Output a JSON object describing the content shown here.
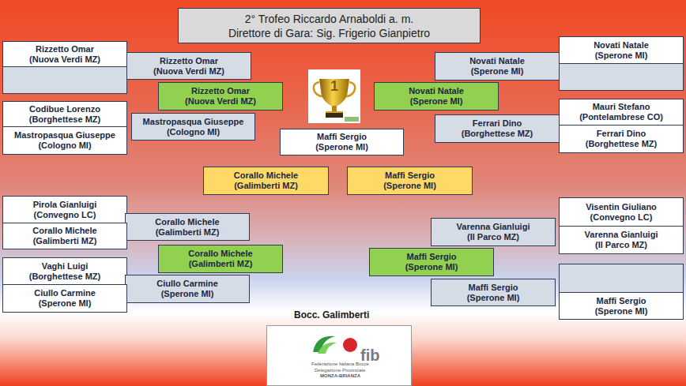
{
  "diagram": {
    "nodes": [
      {
        "text": [
          "2° Trofeo Riccardo Arnaboldi a. m.",
          "Direttore di Gara: Sig. Frigerio Gianpietro"
        ]
      },
      {
        "text": [
          "Rizzetto Omar",
          "(Nuova Verdi MZ)"
        ]
      },
      {
        "text": [
          "Rizzetto Omar",
          "(Nuova Verdi MZ)"
        ]
      },
      {
        "text": [
          "Novati Natale",
          "(Sperone MI)"
        ]
      },
      {
        "text": [
          "Novati Natale",
          "(Sperone MI)"
        ]
      },
      {
        "text": [
          "Rizzetto Omar",
          "(Nuova Verdi MZ)"
        ]
      },
      {
        "text": [
          "Novati Natale",
          "(Sperone MI)"
        ]
      },
      {
        "text": [
          "Codibue Lorenzo",
          "(Borghettese MZ)"
        ]
      },
      {
        "text": [
          "Mauri Stefano",
          "(Pontelambrese CO)"
        ]
      },
      {
        "text": [
          "Mastropasqua Giuseppe",
          "(Cologno MI)"
        ]
      },
      {
        "text": [
          "Mastropasqua Giuseppe",
          "(Cologno MI)"
        ]
      },
      {
        "text": [
          "Maffi Sergio",
          "(Sperone MI)"
        ]
      },
      {
        "text": [
          "Ferrari Dino",
          "(Borghettese MZ)"
        ]
      },
      {
        "text": [
          "Ferrari Dino",
          "(Borghettese MZ)"
        ]
      },
      {
        "text": [
          "Corallo Michele",
          "(Galimberti MZ)"
        ]
      },
      {
        "text": [
          "Maffi Sergio",
          "(Sperone MI)"
        ]
      },
      {
        "text": [
          "Pirola Gianluigi",
          "(Convegno LC)"
        ]
      },
      {
        "text": [
          "Visentin Giuliano",
          "(Convegno LC)"
        ]
      },
      {
        "text": [
          "Corallo Michele",
          "(Galimberti MZ)"
        ]
      },
      {
        "text": [
          "Varenna Gianluigi",
          "(Il Parco MZ)"
        ]
      },
      {
        "text": [
          "Corallo Michele",
          "(Galimberti MZ)"
        ]
      },
      {
        "text": [
          "Varenna Gianluigi",
          "(Il Parco MZ)"
        ]
      },
      {
        "text": [
          "Corallo Michele",
          "(Galimberti MZ)"
        ]
      },
      {
        "text": [
          "Maffi Sergio",
          "(Sperone MI)"
        ]
      },
      {
        "text": [
          "Vaghi Luigi",
          "(Borghettese MZ)"
        ]
      },
      {
        "text": [
          "Ciullo Carmine",
          "(Sperone MI)"
        ]
      },
      {
        "text": [
          "Maffi Sergio",
          "(Sperone MI)"
        ]
      },
      {
        "text": [
          "Ciullo Carmine",
          "(Sperone MI)"
        ]
      },
      {
        "text": [
          "Maffi Sergio",
          "(Sperone MI)"
        ]
      }
    ],
    "labels": [
      "1",
      "Bocc. Galimberti",
      "fib",
      "Federazione Italiana Bocce",
      "Delegazione Provinciale",
      "MONZA-BRIANZA"
    ]
  }
}
